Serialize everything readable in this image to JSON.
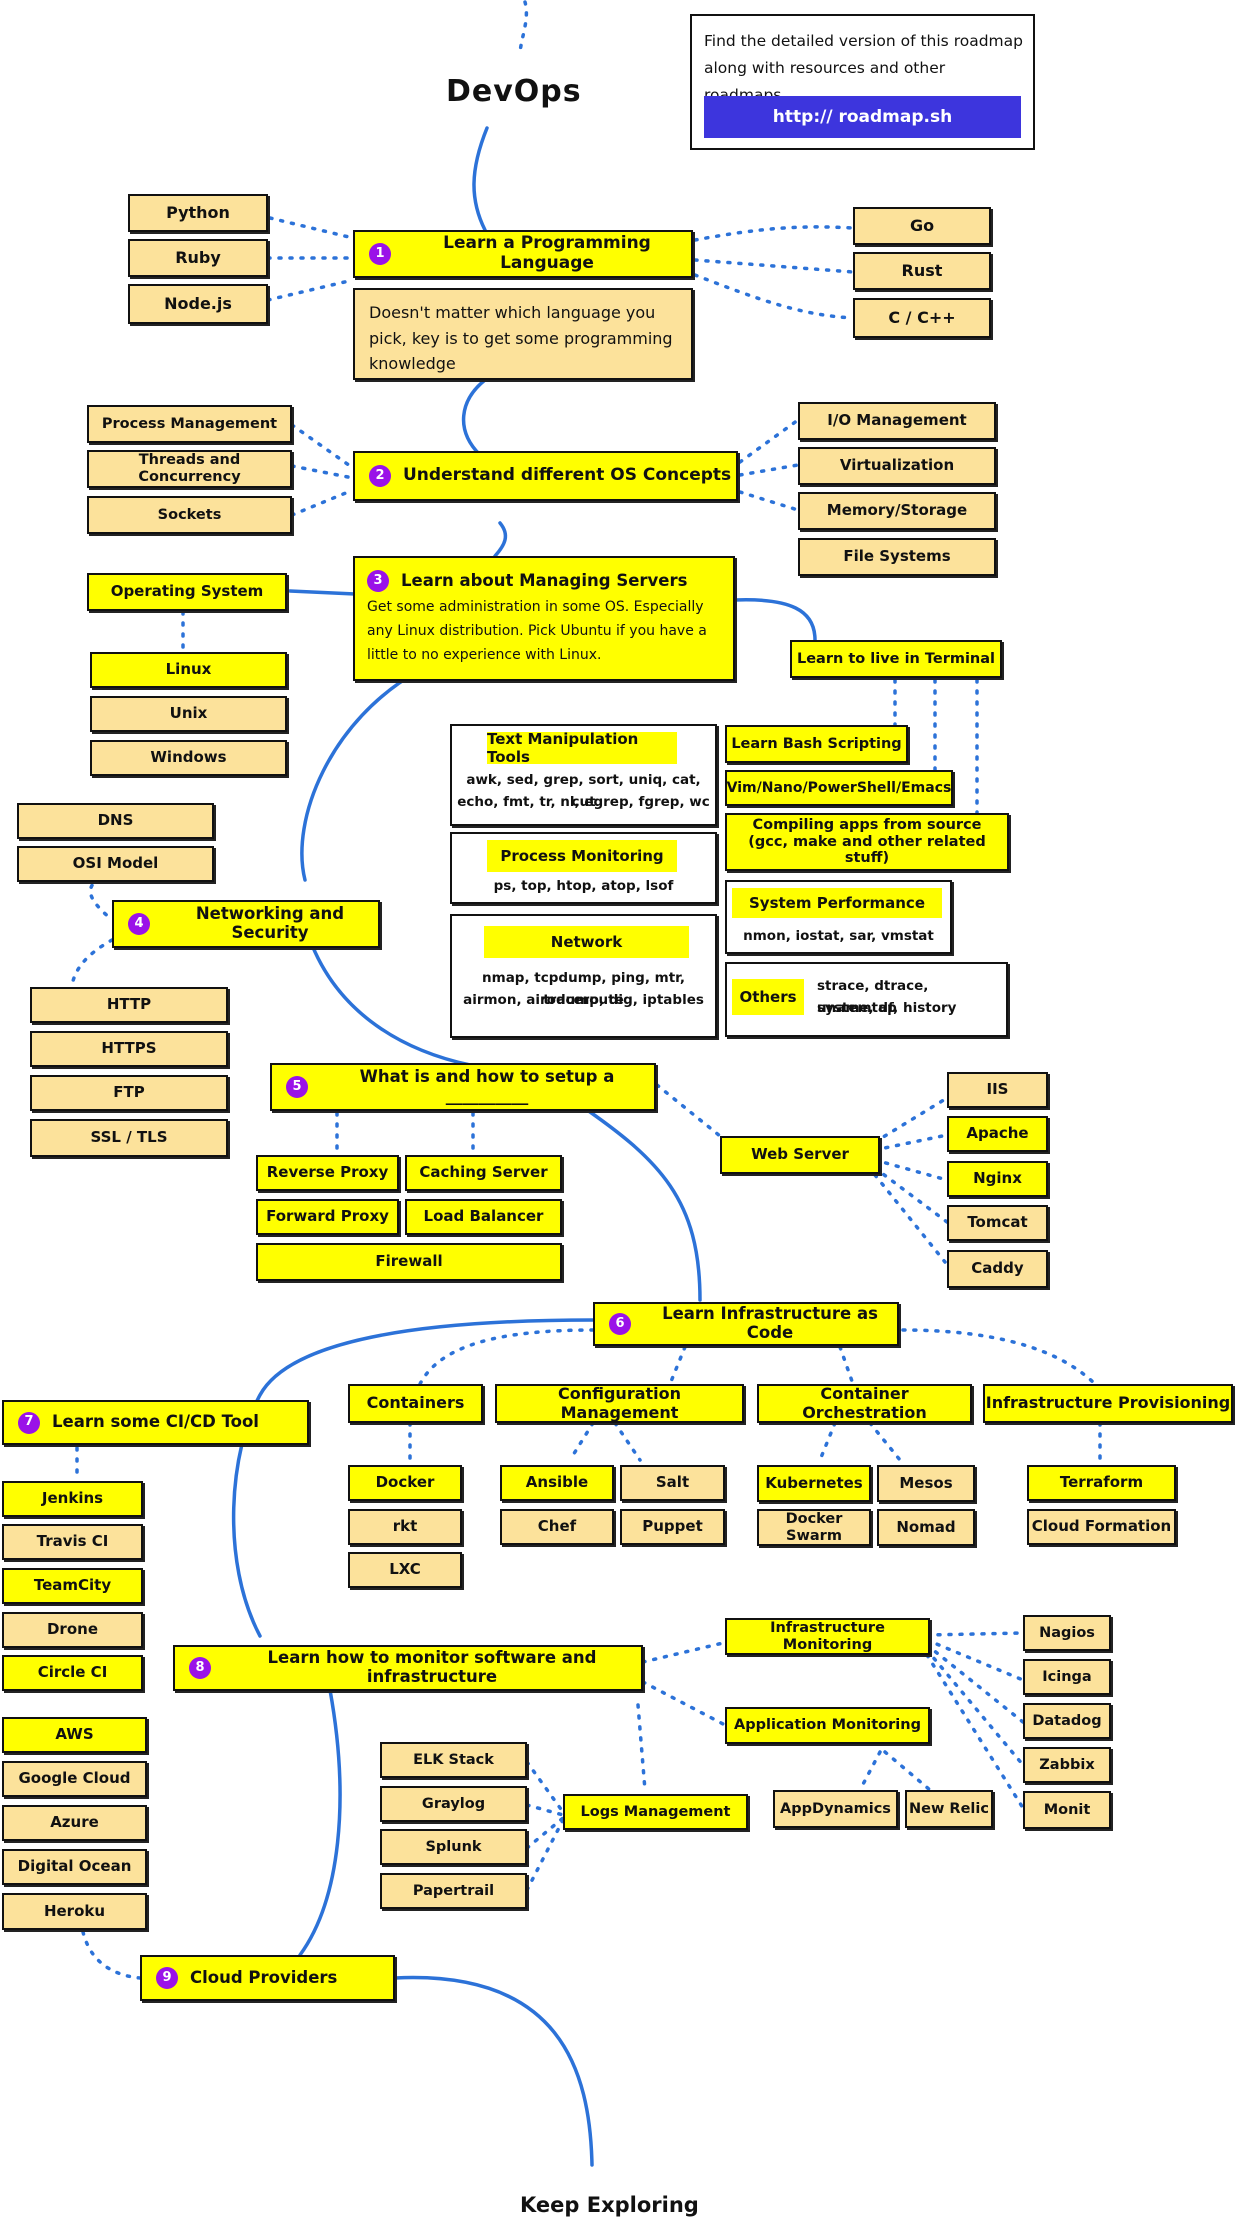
{
  "title": "DevOps",
  "footer": "Keep Exploring",
  "info": {
    "text": "Find the detailed version of this roadmap along with resources and other roadmaps",
    "link": "http:// roadmap.sh"
  },
  "colors": {
    "main": "#ffff00",
    "sub": "#fce29b",
    "accent": "#9a12e8",
    "path": "#2c72d8",
    "link": "#3d35dd"
  },
  "steps": {
    "s1": {
      "num": "1",
      "label": "Learn a Programming Language",
      "note": "Doesn't matter which language you pick, key is to get some programming knowledge"
    },
    "s2": {
      "num": "2",
      "label": "Understand different OS Concepts"
    },
    "s3": {
      "num": "3",
      "label": "Learn about Managing Servers",
      "note": "Get some administration in some OS. Especially any Linux distribution. Pick Ubuntu if you have a little to no experience with Linux."
    },
    "s4": {
      "num": "4",
      "label": "Networking and Security"
    },
    "s5": {
      "num": "5",
      "label": "What is and how to setup a __________"
    },
    "s6": {
      "num": "6",
      "label": "Learn Infrastructure as Code"
    },
    "s7": {
      "num": "7",
      "label": "Learn some CI/CD Tool"
    },
    "s8": {
      "num": "8",
      "label": "Learn how to monitor software and infrastructure"
    },
    "s9": {
      "num": "9",
      "label": "Cloud Providers"
    }
  },
  "nodes": {
    "python": "Python",
    "ruby": "Ruby",
    "nodejs": "Node.js",
    "go": "Go",
    "rust": "Rust",
    "ccpp": "C / C++",
    "procmgmt": "Process Management",
    "threads": "Threads and Concurrency",
    "sockets": "Sockets",
    "io": "I/O Management",
    "virt": "Virtualization",
    "memory": "Memory/Storage",
    "fs": "File Systems",
    "os": "Operating System",
    "linux": "Linux",
    "unix": "Unix",
    "windows": "Windows",
    "terminal": "Learn to live in Terminal",
    "bash": "Learn Bash Scripting",
    "editors": "Vim/Nano/PowerShell/Emacs",
    "compile": "Compiling apps from source\n(gcc, make and other related stuff)",
    "dns": "DNS",
    "osi": "OSI Model",
    "http": "HTTP",
    "https": "HTTPS",
    "ftp": "FTP",
    "ssl": "SSL / TLS",
    "rproxy": "Reverse Proxy",
    "caching": "Caching Server",
    "fproxy": "Forward Proxy",
    "lb": "Load Balancer",
    "firewall": "Firewall",
    "webserver": "Web Server",
    "iis": "IIS",
    "apache": "Apache",
    "nginx": "Nginx",
    "tomcat": "Tomcat",
    "caddy": "Caddy",
    "containers": "Containers",
    "config": "Configuration Management",
    "orch": "Container Orchestration",
    "prov": "Infrastructure Provisioning",
    "docker": "Docker",
    "rkt": "rkt",
    "lxc": "LXC",
    "ansible": "Ansible",
    "salt": "Salt",
    "chef": "Chef",
    "puppet": "Puppet",
    "k8s": "Kubernetes",
    "mesos": "Mesos",
    "swarm": "Docker Swarm",
    "nomad": "Nomad",
    "terraform": "Terraform",
    "cfn": "Cloud Formation",
    "jenkins": "Jenkins",
    "travis": "Travis CI",
    "teamcity": "TeamCity",
    "drone": "Drone",
    "circle": "Circle CI",
    "infmon": "Infrastructure Monitoring",
    "appmon": "Application Monitoring",
    "nagios": "Nagios",
    "icinga": "Icinga",
    "datadog": "Datadog",
    "zabbix": "Zabbix",
    "monit": "Monit",
    "appdyn": "AppDynamics",
    "newrelic": "New Relic",
    "logs": "Logs Management",
    "elk": "ELK Stack",
    "graylog": "Graylog",
    "splunk": "Splunk",
    "papertrail": "Papertrail",
    "aws": "AWS",
    "gcloud": "Google Cloud",
    "azure": "Azure",
    "do": "Digital Ocean",
    "heroku": "Heroku"
  },
  "panels": {
    "text": {
      "title": "Text Manipulation Tools",
      "line1": "awk, sed, grep, sort, uniq, cat, cut",
      "line2": "echo, fmt, tr, nl, egrep, fgrep, wc"
    },
    "proc": {
      "title": "Process Monitoring",
      "line1": "ps, top, htop, atop, lsof"
    },
    "net": {
      "title": "Network",
      "line1": "nmap, tcpdump, ping, mtr, traceroute",
      "line2": "airmon, airodump, dig, iptables"
    },
    "perf": {
      "title": "System Performance",
      "line1": "nmon, iostat, sar, vmstat"
    },
    "others": {
      "title": "Others",
      "line1": "strace, dtrace, systemtap",
      "line2": "uname, df, history"
    }
  }
}
